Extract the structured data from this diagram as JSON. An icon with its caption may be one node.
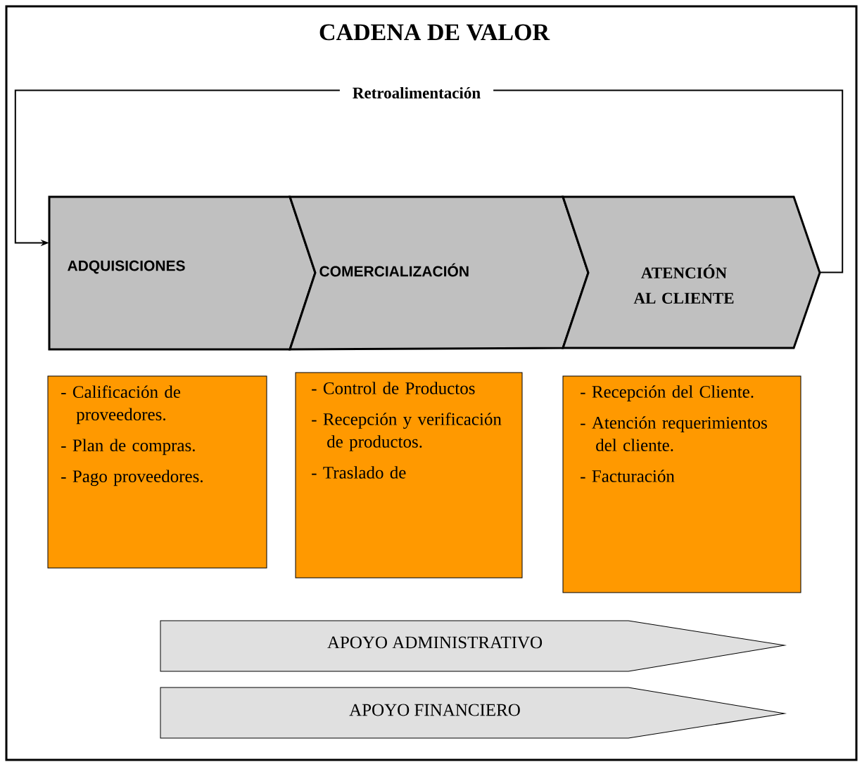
{
  "diagram": {
    "title": "CADENA DE VALOR",
    "nodes": [
      {
        "text": [
          "ADQUISICIONES"
        ]
      },
      {
        "text": [
          "COMERCIALIZACIÓN"
        ]
      },
      {
        "text": [
          "ATENCIÓN AL CLIENTE"
        ]
      },
      {
        "text": [
          "- Calificación de proveedores.",
          "- Plan de compras.",
          "- Pago proveedores."
        ]
      },
      {
        "text": [
          "- Control de Productos",
          "- Recepción y verificación de productos.",
          "- Traslado de"
        ]
      },
      {
        "text": [
          "- Recepción del Cliente.",
          "- Atención requerimientos del cliente.",
          "- Facturación"
        ]
      },
      {
        "text": [
          "APOYO ADMINISTRATIVO"
        ]
      },
      {
        "text": [
          "APOYO FINANCIERO"
        ]
      }
    ],
    "edges": [
      {
        "from": 2,
        "to": 0,
        "arrow": "to",
        "label": "Retroalimentación"
      }
    ]
  }
}
